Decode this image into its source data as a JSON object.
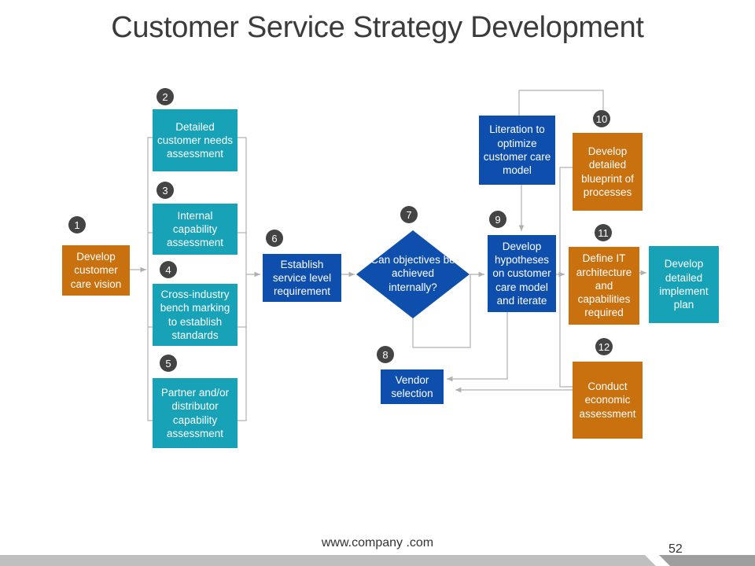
{
  "title": "Customer Service Strategy Development",
  "steps": {
    "s1": {
      "number": "1",
      "label": "Develop customer care vision",
      "color": "#c9700f"
    },
    "s2": {
      "number": "2",
      "label": "Detailed customer needs assessment",
      "color": "#17a2b8"
    },
    "s3": {
      "number": "3",
      "label": "Internal capability assessment",
      "color": "#17a2b8"
    },
    "s4": {
      "number": "4",
      "label": "Cross-industry bench marking to establish standards",
      "color": "#17a2b8"
    },
    "s5": {
      "number": "5",
      "label": "Partner and/or distributor capability assessment",
      "color": "#17a2b8"
    },
    "s6": {
      "number": "6",
      "label": "Establish service level requirement",
      "color": "#0e4fae"
    },
    "s7": {
      "number": "7",
      "label": "Can objectives be achieved internally?",
      "color": "#0e4fae"
    },
    "s8": {
      "number": "8",
      "label": "Vendor selection",
      "color": "#0e4fae"
    },
    "s9": {
      "number": "9",
      "label": "Develop hypotheses on customer care model and iterate",
      "color": "#0e4fae"
    },
    "s10": {
      "number": "10",
      "label": "Develop detailed blueprint of processes",
      "color": "#c9700f"
    },
    "s11": {
      "number": "11",
      "label": "Define IT architecture and capabilities required",
      "color": "#c9700f"
    },
    "s12": {
      "number": "12",
      "label": "Conduct economic assessment",
      "color": "#c9700f"
    },
    "iteration": {
      "label": "Literation to optimize customer care model",
      "color": "#0e4fae"
    },
    "implement": {
      "label": "Develop detailed implement plan",
      "color": "#17a2b8"
    }
  },
  "footer": {
    "url": "www.company .com",
    "page_number": "52"
  }
}
